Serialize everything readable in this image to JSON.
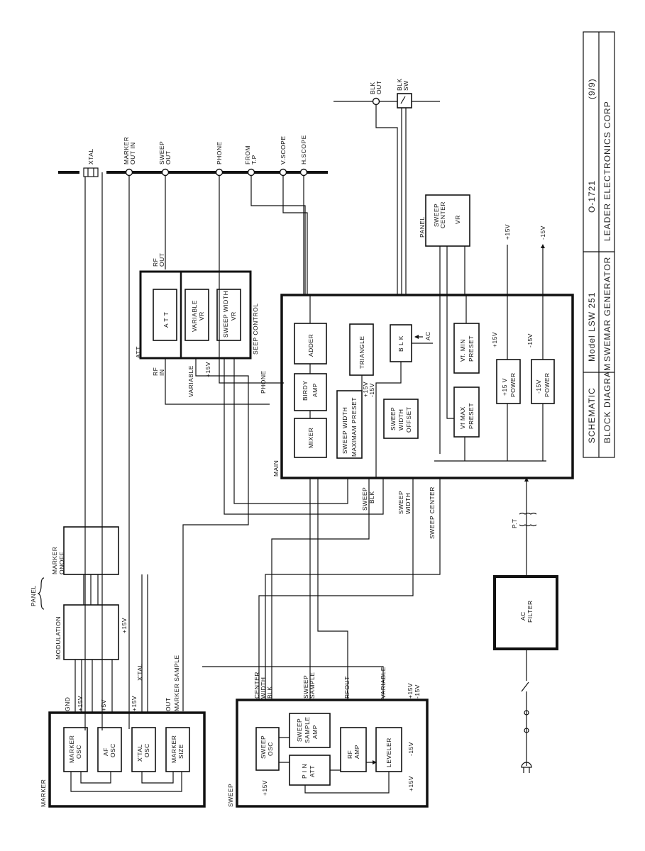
{
  "title_block": {
    "row1": [
      "SCHEMATIC",
      "Model   LSW 251",
      "O-1721",
      "(9/9)"
    ],
    "row2": [
      "BLOCK  DIAGRAM",
      "SWEMAR  GENERATOR",
      "LEADER  ELECTRONICS  CORP"
    ]
  },
  "connectors": {
    "xtal": "XTAL",
    "marker_out_in": [
      "MARKER",
      "OUT IN"
    ],
    "sweep_out": [
      "SWEEP",
      "OUT"
    ],
    "phone": "PHONE",
    "from_tp": [
      "FROM",
      "T.P"
    ],
    "vscope": "V.SCOPE",
    "hscope": "H.SCOPE",
    "blk_out": [
      "BLK",
      "OUT"
    ],
    "blk_sw": [
      "BLK",
      "SW"
    ]
  },
  "att_section": {
    "label": "ATT",
    "control_label": "SEEP CONTROL",
    "att_block": "A T T",
    "variable_vr": [
      "VARIABLE",
      "VR"
    ],
    "sweep_width_vr": [
      "SWEEP WIDTH",
      "VR"
    ],
    "rf_out": [
      "RF",
      "OUT"
    ],
    "rf_in": [
      "RF",
      "IN"
    ],
    "variable": "VARIABLE",
    "plus15": "+15V"
  },
  "main_section": {
    "label": "MAIN",
    "phone": "PHONE",
    "adder": "ADDER",
    "birdy_amp": [
      "BIRDY",
      "AMP"
    ],
    "mixer": "MIXER",
    "triangle": "TRIANGLE",
    "blk": "B L K",
    "sweep_width_max": [
      "SWEEP  WIDTH",
      "MAXIMAM  PRESET"
    ],
    "sweep_width_offset": [
      "SWEEP",
      "WIDTH",
      "OFFSET"
    ],
    "vf_min": [
      "Vf. MIN",
      "PRESET"
    ],
    "vf_max": [
      "Vf  MAX",
      "PRESET"
    ],
    "p15_power": [
      "+15 V",
      "POWER"
    ],
    "m15_power": [
      "-15V",
      "POWER"
    ],
    "v_p15": "+15V",
    "v_m15": "-15V",
    "ac": "AC",
    "pm15": [
      "+15V",
      "-15V"
    ]
  },
  "panel_right": {
    "label": "PANEL",
    "sweep_center_vr": [
      "SWEEP",
      "CENTER",
      "VR"
    ],
    "p15": "+15V",
    "m15": "-15V"
  },
  "bus_labels": {
    "sweep_blk": [
      "SWEEP",
      "BLK"
    ],
    "sweep_width": [
      "SWEEP",
      "WIDTH"
    ],
    "sweep_center": "SWEEP  CENTER"
  },
  "power_input": {
    "transformer": "P.T",
    "ac_filter": [
      "AC",
      "FILTER"
    ]
  },
  "marker_panel": {
    "panel_label": "PANEL",
    "marker_onoff": [
      "MARKER",
      "ONOFF"
    ],
    "modulation": "MODULATION",
    "plus15": "+15V",
    "signals": [
      "GND",
      "+15V",
      "+5V",
      "+15V",
      "X'TAL",
      "OUT",
      "MARKER  SAMPLE"
    ]
  },
  "marker_section": {
    "label": "MARKER",
    "marker_osc": [
      "MARKER",
      "OSC"
    ],
    "af_osc": [
      "AF",
      "OSC"
    ],
    "xtal_osc": [
      "X'TAL",
      "OSC"
    ],
    "marker_size": [
      "MARKER",
      "SIZE"
    ]
  },
  "sweep_section": {
    "label": "SWEEP",
    "signals": [
      "CENTER",
      "WIDTH",
      "BLK",
      "SWEEP",
      "SAMPLE",
      "RFOUT",
      "VARIABLE",
      "+15V",
      "-15V"
    ],
    "sweep_osc": [
      "SWEEP",
      "OSC"
    ],
    "sweep_sample_amp": [
      "SWEEP",
      "SAMPLE",
      "AMP"
    ],
    "pin_att": [
      "P I N",
      "ATT"
    ],
    "rf_amp": [
      "RF",
      "AMP"
    ],
    "leveler": "LEVELER",
    "p15": "+15V",
    "m15": "-15V"
  }
}
